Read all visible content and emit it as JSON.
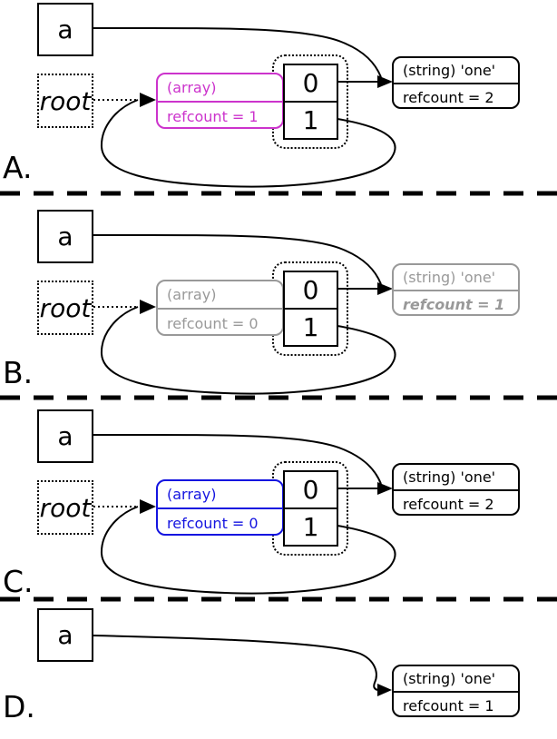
{
  "colors": {
    "array_highlight_a": "#cc33cc",
    "array_highlight_c": "#1414e0",
    "muted": "#999999",
    "line": "#000000"
  },
  "panels": [
    {
      "label": "A.",
      "variable": "a",
      "root": "root",
      "array": {
        "type": "(array)",
        "refcount": "refcount = 1",
        "color": "#cc33cc"
      },
      "slots": [
        "0",
        "1"
      ],
      "string": {
        "type": "(string) 'one'",
        "refcount": "refcount = 2",
        "color": "#000000"
      }
    },
    {
      "label": "B.",
      "variable": "a",
      "root": "root",
      "array": {
        "type": "(array)",
        "refcount": "refcount = 0",
        "color": "#999999"
      },
      "slots": [
        "0",
        "1"
      ],
      "string": {
        "type": "(string) 'one'",
        "refcount": "refcount = 1",
        "color": "#999999"
      }
    },
    {
      "label": "C.",
      "variable": "a",
      "root": "root",
      "array": {
        "type": "(array)",
        "refcount": "refcount = 0",
        "color": "#1414e0"
      },
      "slots": [
        "0",
        "1"
      ],
      "string": {
        "type": "(string) 'one'",
        "refcount": "refcount = 2",
        "color": "#000000"
      }
    },
    {
      "label": "D.",
      "variable": "a",
      "string": {
        "type": "(string) 'one'",
        "refcount": "refcount = 1",
        "color": "#000000"
      }
    }
  ]
}
